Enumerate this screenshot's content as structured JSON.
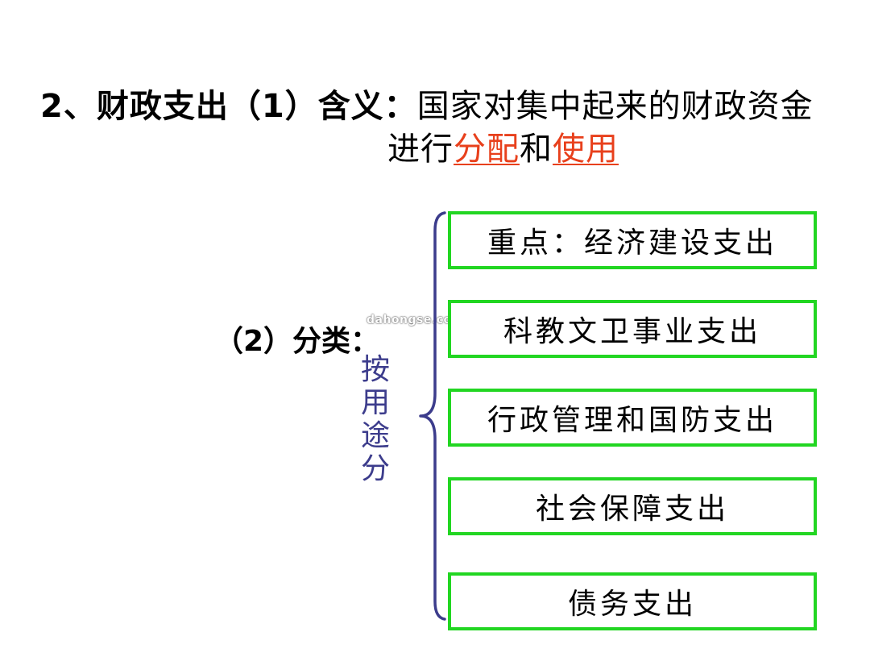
{
  "heading": {
    "number": "2、",
    "topic": "财政支出",
    "sub_index": "（1）",
    "meaning_label": "含义：",
    "meaning_text": "国家对集中起来的财政资金",
    "line2_prefix": "进行",
    "key_term_1": "分配",
    "connector": "和",
    "key_term_2": "使用"
  },
  "classification": {
    "label": "（2）分类：",
    "basis": "按用途分",
    "categories": [
      "重点：经济建设支出",
      "科教文卫事业支出",
      "行政管理和国防支出",
      "社会保障支出",
      "债务支出"
    ]
  },
  "watermark": "dahongse.com",
  "colors": {
    "key_term": "#e8401c",
    "box_border": "#22d622",
    "brace": "#3c3c8c",
    "basis_text": "#3c3c8c"
  }
}
